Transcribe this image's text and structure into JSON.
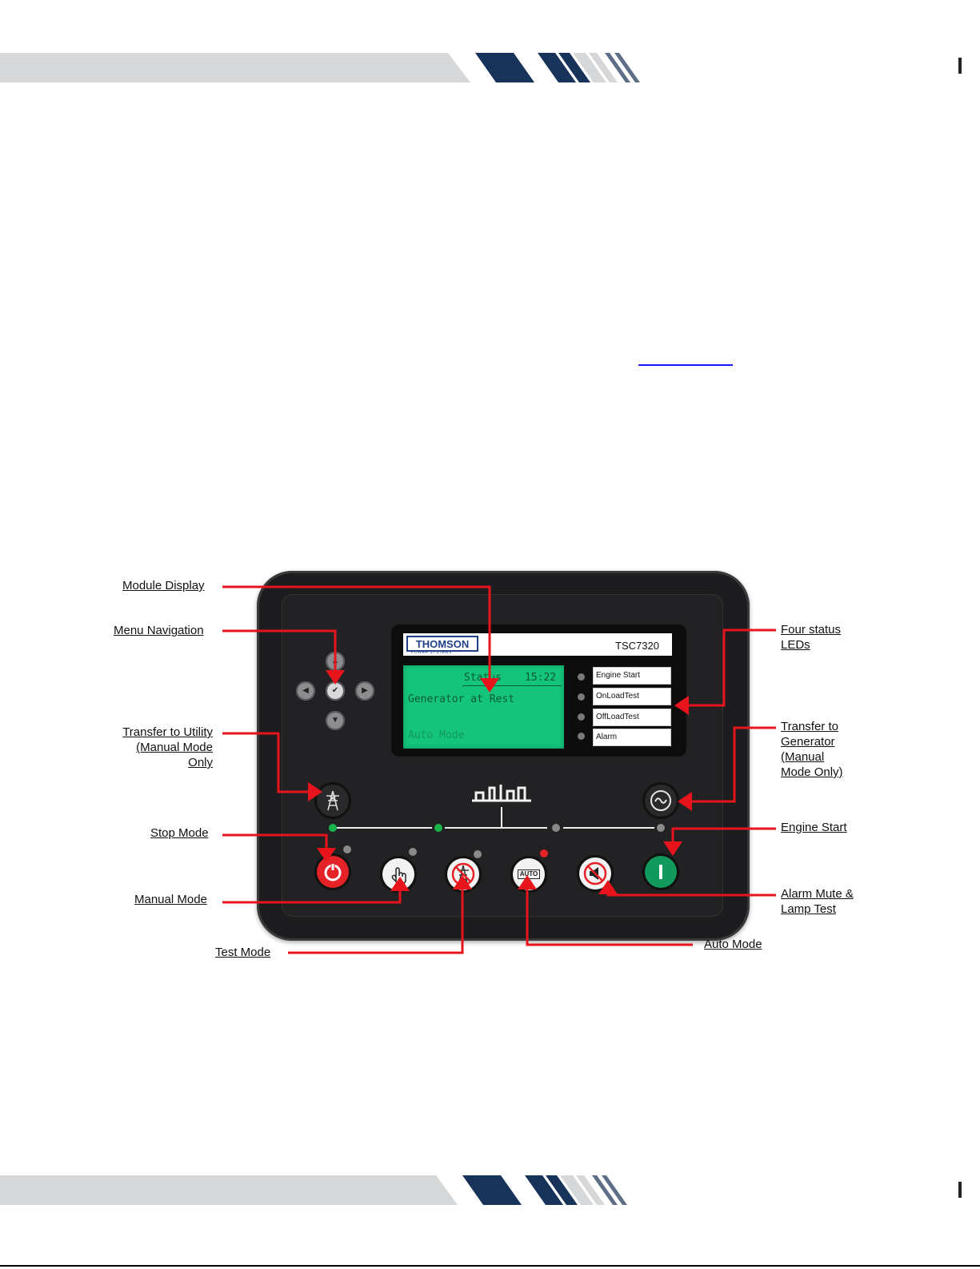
{
  "display": {
    "brand": "THOMSON",
    "brand_sub": "POWER SYSTEMS",
    "model": "TSC7320",
    "lcd_heading": "Status",
    "lcd_time": "15:22",
    "lcd_message": "Generator at Rest",
    "lcd_mode": "Auto Mode"
  },
  "status_leds": [
    "Engine Start",
    "OnLoadTest",
    "OffLoadTest",
    "Alarm"
  ],
  "buttons": {
    "auto_glyph": "AUTO"
  },
  "callouts": {
    "module_display": "Module Display",
    "menu_navigation": "Menu Navigation",
    "transfer_utility": [
      "Transfer to Utility",
      "(Manual Mode",
      "Only"
    ],
    "stop_mode": "Stop Mode",
    "manual_mode": "Manual Mode",
    "test_mode": "Test Mode",
    "auto_mode": "Auto Mode",
    "four_leds": [
      "Four status",
      "LEDs"
    ],
    "transfer_generator": [
      "Transfer to",
      "Generator",
      "(Manual",
      "Mode Only)"
    ],
    "engine_start": "Engine Start",
    "alarm_mute": [
      "Alarm Mute &",
      "Lamp Test"
    ]
  },
  "colors": {
    "band_grey": "#d6d7d9",
    "band_navy": "#18335a",
    "lcd_green": "#14c47a",
    "arrow_red": "#e8141b",
    "stop_red": "#e52228",
    "start_green": "#129a5c"
  }
}
